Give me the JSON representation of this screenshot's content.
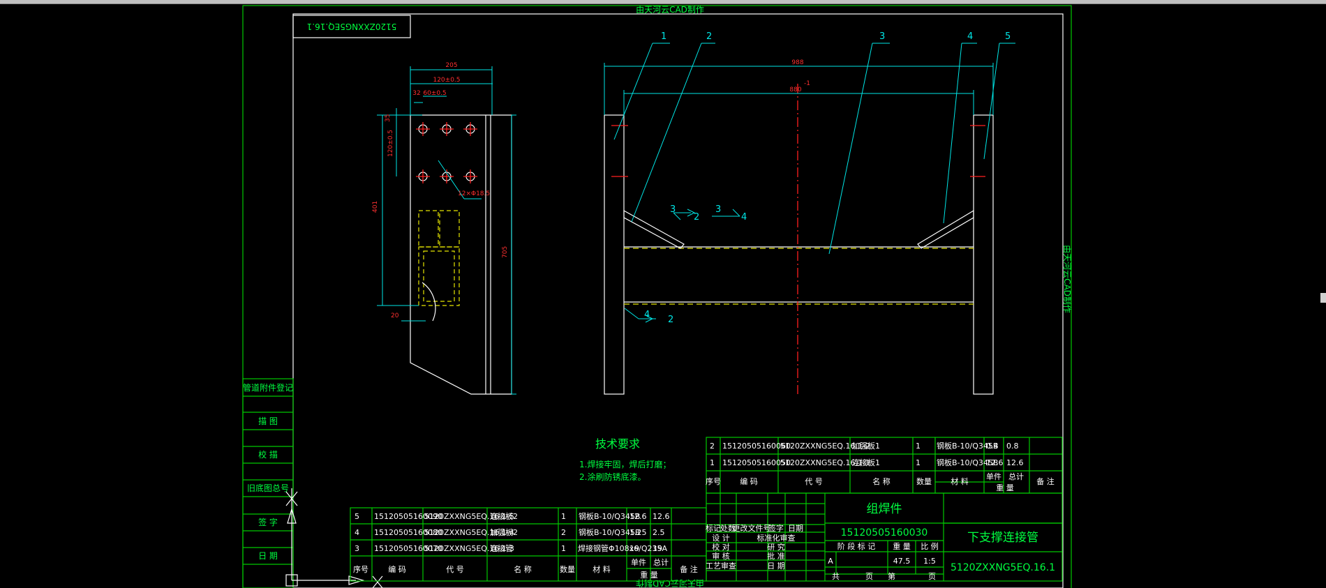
{
  "window": {
    "top_header": "由天河云CAD制作",
    "side_header": "由天河云CAD制作",
    "bottom_header": "由天河云CAD制作"
  },
  "drawing": {
    "code_box": "5120ZXXNG5EQ.16.1",
    "left_view": {
      "dim_top": "205",
      "dim_120": "120±0.5",
      "dim_60": "60±0.5",
      "dim_32": "32",
      "dim_35": "35",
      "dim_120v": "120±0.5",
      "dim_401": "401",
      "dim_705": "705",
      "dim_holes": "12×Φ18.5",
      "dim_20": "20"
    },
    "right_view": {
      "dim_988": "988",
      "dim_880": "880",
      "dim_880_tol": "-1",
      "balloons": [
        "1",
        "2",
        "3",
        "4",
        "5"
      ],
      "weld_1a": "3",
      "weld_1b": "2",
      "weld_2a": "3",
      "weld_2b": "4",
      "weld_3a": "4",
      "weld_3b": "2"
    },
    "tech_req": {
      "title": "技术要求",
      "line1": "1.焊接牢固，焊后打磨；",
      "line2": "2.涂刷防锈底漆。"
    }
  },
  "bom_top": {
    "rows": [
      {
        "seq": "2",
        "code": "15120505160060",
        "drawing": "5120ZXXNG5EQ.16.1-2",
        "name": "加强板1",
        "qty": "1",
        "material": "钢板B-10/Q345B",
        "unit_wt": "0.4",
        "total_wt": "0.8",
        "note": ""
      },
      {
        "seq": "1",
        "code": "15120505160050",
        "drawing": "5120ZXXNG5EQ.16.1-1",
        "name": "连接板1",
        "qty": "1",
        "material": "钢板B-10/Q345B",
        "unit_wt": "12.6",
        "total_wt": "12.6",
        "note": ""
      }
    ],
    "headers": {
      "seq": "序号",
      "code": "编  码",
      "drawing": "代  号",
      "name": "名  称",
      "qty": "数量",
      "material": "材  料",
      "unit": "单件",
      "total": "总计",
      "weight": "重  量",
      "note": "备  注"
    }
  },
  "bom_bottom": {
    "rows": [
      {
        "seq": "5",
        "code": "15120505160090",
        "drawing": "5120ZXXNG5EQ.16.1-5",
        "name": "连接板2",
        "qty": "1",
        "material": "钢板B-10/Q345B",
        "unit_wt": "12.6",
        "total_wt": "12.6"
      },
      {
        "seq": "4",
        "code": "15120505160080",
        "drawing": "5120ZXXNG5EQ.16.1-4",
        "name": "加强板2",
        "qty": "2",
        "material": "钢板B-10/Q345B",
        "unit_wt": "1.25",
        "total_wt": "2.5"
      },
      {
        "seq": "3",
        "code": "15120505160070",
        "drawing": "5120ZXXNG5EQ.16.1-3",
        "name": "连接管",
        "qty": "1",
        "material": "焊接钢管Φ108x6/Q235A",
        "unit_wt": "19",
        "total_wt": "19"
      }
    ],
    "headers": {
      "seq": "序号",
      "code": "编  码",
      "drawing": "代  号",
      "name": "名  称",
      "qty": "数量",
      "material": "材  料",
      "unit": "单件",
      "total": "总计",
      "weight": "重  量",
      "note": "备  注"
    }
  },
  "title_block": {
    "type": "组焊件",
    "part_code": "15120505160030",
    "part_name": "下支撑连接管",
    "drawing_no": "5120ZXXNG5EQ.16.1",
    "mass": "47.5",
    "scale": "1:5",
    "stage": "A",
    "rev_headers": [
      "标记",
      "处数",
      "更改文件号",
      "签字",
      "日期"
    ],
    "sign_rows": [
      "设 计",
      "校 对",
      "审 核",
      "工艺审查"
    ],
    "sign_rows2": [
      "标准化审查",
      "研 究",
      "批 准",
      "日 期"
    ],
    "stage_headers": [
      "阶 段 标 记",
      "重 量",
      "比 例"
    ],
    "sheet_row": [
      "共",
      "页",
      "第",
      "页"
    ]
  },
  "left_strip": [
    "管道附件登记",
    "描 图",
    "校 描",
    "旧底图总号",
    "签 字",
    "日 期"
  ]
}
